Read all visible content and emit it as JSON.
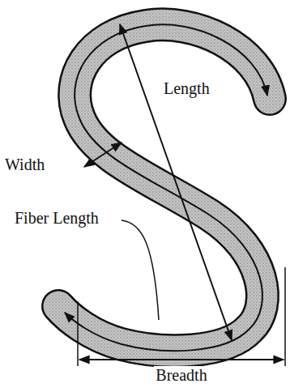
{
  "diagram": {
    "labels": [
      "Length",
      "Width",
      "Fiber Length",
      "Breadth"
    ]
  }
}
